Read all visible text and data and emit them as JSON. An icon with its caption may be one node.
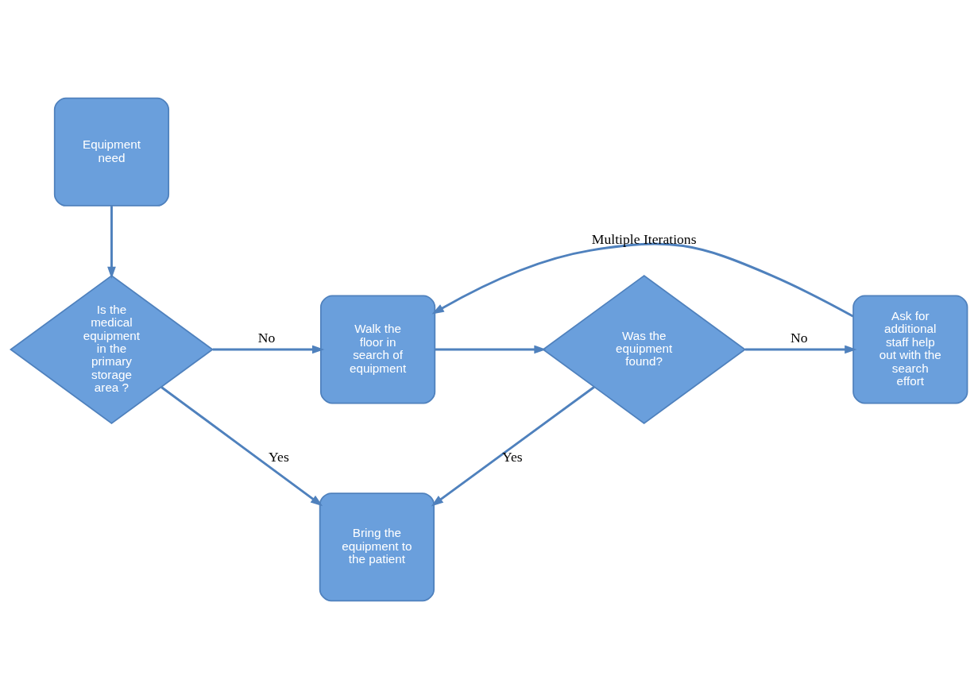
{
  "diagram": {
    "nodes": [
      {
        "text": [
          "Equipment need"
        ]
      },
      {
        "text": [
          "Is the medical equipment in the primary storage area ?"
        ]
      },
      {
        "text": [
          "Walk the floor in search of equipment"
        ]
      },
      {
        "text": [
          "Was the equipment found?"
        ]
      },
      {
        "text": [
          "Ask for additional staff help out with the search effort"
        ]
      },
      {
        "text": [
          "Bring the equipment to the patient"
        ]
      }
    ],
    "edges": [
      {
        "from": 0,
        "to": 1,
        "arrow": "to"
      },
      {
        "from": 1,
        "to": 2,
        "arrow": "to",
        "label": "No"
      },
      {
        "from": 2,
        "to": 3,
        "arrow": "to"
      },
      {
        "from": 3,
        "to": 4,
        "arrow": "to",
        "label": "No"
      },
      {
        "from": 4,
        "to": 2,
        "arrow": "to",
        "label": "Multiple Iterations"
      },
      {
        "from": 1,
        "to": 5,
        "arrow": "to",
        "label": "Yes"
      },
      {
        "from": 3,
        "to": 5,
        "arrow": "to",
        "label": "Yes"
      }
    ]
  }
}
